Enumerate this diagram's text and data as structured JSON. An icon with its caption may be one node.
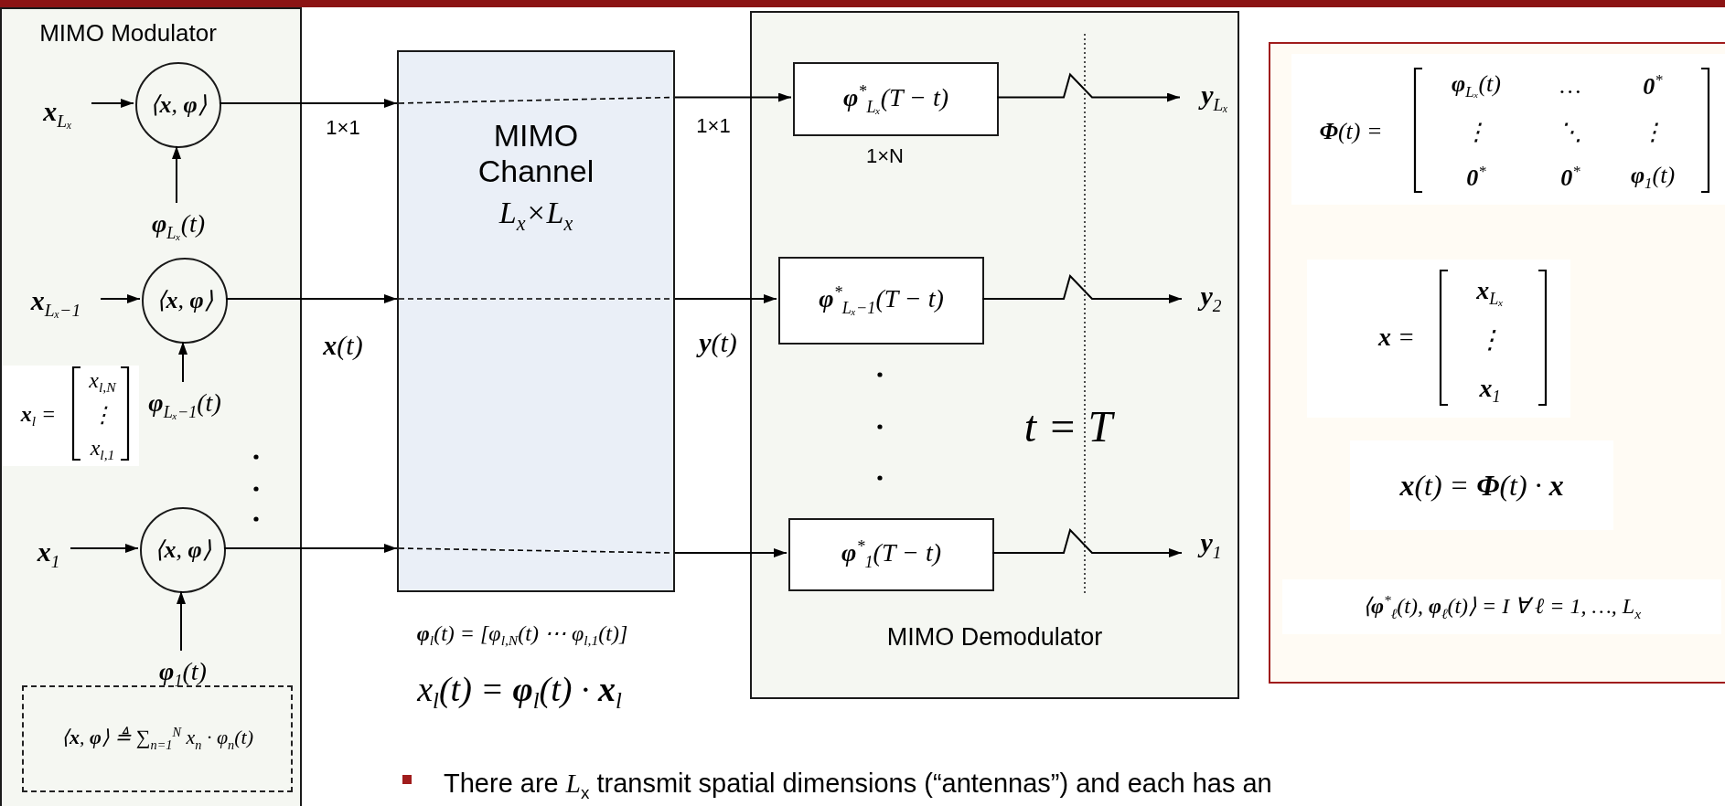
{
  "diagram": {
    "nodes": [
      {
        "text": [
          "MIMO Modulator"
        ]
      },
      {
        "text": [
          "**x**$_{Lₓ}$"
        ],
        "in": 0
      },
      {
        "text": [
          "⟨**x**, **φ**⟩"
        ],
        "in": 0
      },
      {
        "text": [
          "**φ**$_{Lₓ}$(t)"
        ],
        "in": 0
      },
      {
        "text": [
          "**x**$_{Lₓ−1}$"
        ],
        "in": 0
      },
      {
        "text": [
          "⟨**x**, **φ**⟩"
        ],
        "in": 0
      },
      {
        "text": [
          "**x**$_{l}$ =",
          "x$_{l,N}$",
          "⋮",
          "x$_{l,1}$"
        ],
        "in": 0
      },
      {
        "text": [
          "**φ**$_{Lₓ−1}$(t)"
        ],
        "in": 0
      },
      {
        "text": [
          "**x**$_{1}$"
        ],
        "in": 0
      },
      {
        "text": [
          "⟨**x**, **φ**⟩"
        ],
        "in": 0
      },
      {
        "text": [
          "**φ**$_{1}$(t)"
        ],
        "in": 0
      },
      {
        "text": [
          "⟨**x**, **φ**⟩ ≜ ∑$_{n=1}$$^{N}$ x$_{n}$ · φ$_{n}$(t)"
        ],
        "in": 0
      },
      {
        "text": [
          "MIMO Channel",
          "L$_{x}$×L$_{x}$"
        ]
      },
      {
        "text": [
          "MIMO Demodulator"
        ]
      },
      {
        "text": [
          "**φ**$^{*}$$_{Lₓ}$(T − t)"
        ],
        "in": 13,
        "beside": [
          "1×N"
        ]
      },
      {
        "text": [
          "**y**$_{Lₓ}$"
        ],
        "in": 13
      },
      {
        "text": [
          "**φ**$^{*}$$_{Lₓ−1}$(T − t)"
        ],
        "in": 13
      },
      {
        "text": [
          "**y**$_{2}$"
        ],
        "in": 13
      },
      {
        "text": [
          "**φ**$^{*}$$_{1}$(T − t)"
        ],
        "in": 13
      },
      {
        "text": [
          "**y**$_{1}$"
        ],
        "in": 13
      },
      {
        "text": [],
        "shape": "box"
      },
      {
        "text": [
          "**Φ**(t) =",
          "**φ**$_{Lₓ}$(t)",
          "…",
          "**0**$^{*}$",
          "⋮",
          "⋱",
          "⋮",
          "**0**$^{*}$",
          "**0**$^{*}$",
          "**φ**$_{1}$(t)"
        ],
        "in": 20
      },
      {
        "text": [
          "**x** =",
          "**x**$_{Lₓ}$",
          "⋮",
          "**x**$_{1}$"
        ],
        "in": 20
      },
      {
        "text": [
          "**x**(t) = **Φ**(t) · **x**"
        ],
        "in": 20
      },
      {
        "text": [
          "⟨**φ**$^{*}$$_{ℓ}$(t), **φ**$_{ℓ}$(t)⟩ = I  ∀ ℓ = 1, …, L$_{x}$"
        ],
        "in": 20
      }
    ],
    "edges": [
      {
        "from": 1,
        "to": 2,
        "arrow": "to"
      },
      {
        "from": 3,
        "to": 2,
        "arrow": "to"
      },
      {
        "from": 2,
        "to": 12,
        "arrow": "to"
      },
      {
        "from": 4,
        "to": 5,
        "arrow": "to"
      },
      {
        "from": 7,
        "to": 5,
        "arrow": "to"
      },
      {
        "from": 5,
        "to": 12,
        "arrow": "to"
      },
      {
        "from": 8,
        "to": 9,
        "arrow": "to"
      },
      {
        "from": 10,
        "to": 9,
        "arrow": "to"
      },
      {
        "from": 9,
        "to": 12,
        "arrow": "to"
      },
      {
        "from": 12,
        "to": 14,
        "arrow": "to"
      },
      {
        "from": 12,
        "to": 16,
        "arrow": "to"
      },
      {
        "from": 12,
        "to": 18,
        "arrow": "to"
      },
      {
        "from": 14,
        "to": 15,
        "arrow": "to"
      },
      {
        "from": 16,
        "to": 17,
        "arrow": "to"
      },
      {
        "from": 18,
        "to": 19,
        "arrow": "to"
      }
    ],
    "labels": [
      "1×1",
      "1×1",
      "**x**(t)",
      "**y**(t)",
      "**φ**$_{l}$(t) = [φ$_{l,N}$(t)   ⋯   φ$_{l,1}$(t)]",
      "x$_{l}$(t) = **φ**$_{l}$(t) · **x**$_{l}$",
      "t = T",
      "There are *L*$_{x}$ transmit spatial dimensions (“antennas”) and each has an"
    ]
  }
}
